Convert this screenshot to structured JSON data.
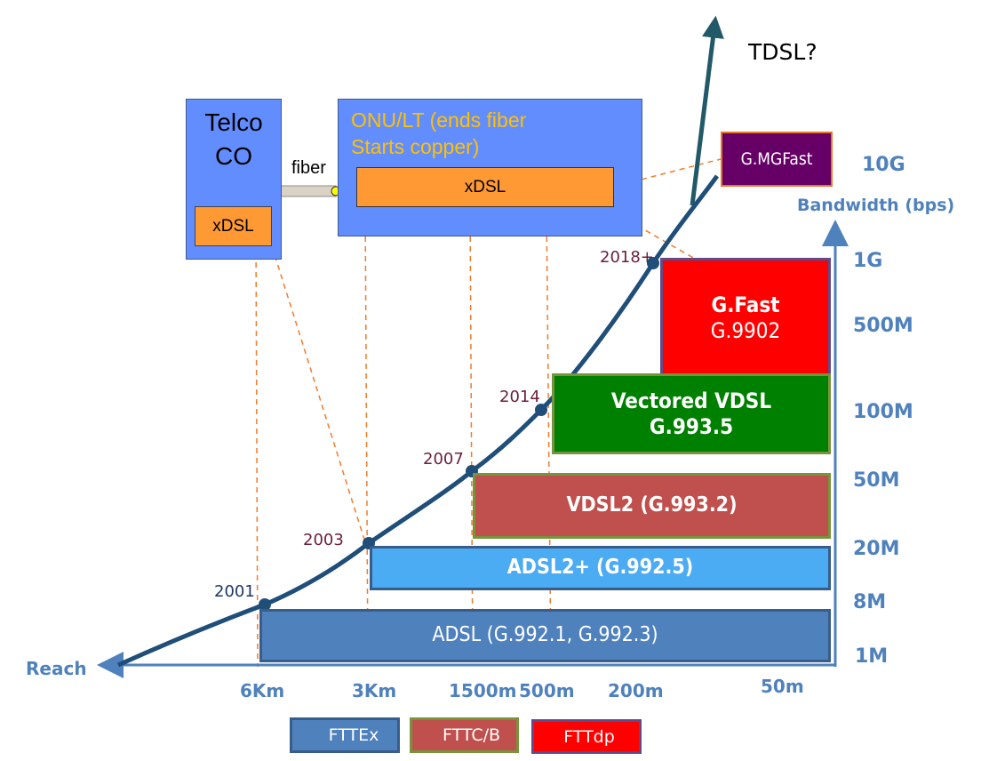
{
  "title_annotation": "TDSL?",
  "telco_co": {
    "title": "Telco\nCO",
    "title_line1": "Telco",
    "title_line2": "CO",
    "xdsl_label": "xDSL"
  },
  "fiber_label": "fiber",
  "onu_lt": {
    "title_line1": "ONU/LT (ends fiber",
    "title_line2": "Starts copper)",
    "xdsl_label": "xDSL"
  },
  "standards": [
    {
      "id": "gmgfast",
      "line1": "G.MGFast",
      "line2": "",
      "fill": "#660066",
      "border": "#e87722"
    },
    {
      "id": "gfast",
      "line1": "G.Fast",
      "line2": "G.9902",
      "fill": "#ff0000",
      "border": "#5f4b8b"
    },
    {
      "id": "vectored-vdsl",
      "line1": "Vectored VDSL",
      "line2": "G.993.5",
      "fill": "#008000",
      "border": "#77933c"
    },
    {
      "id": "vdsl2",
      "line1": "VDSL2 (G.993.2)",
      "line2": "",
      "fill": "#c0504d",
      "border": "#77933c"
    },
    {
      "id": "adsl2plus",
      "line1": "ADSL2+ (G.992.5)",
      "line2": "",
      "fill": "#4babf3",
      "border": "#385d8a"
    },
    {
      "id": "adsl",
      "line1": "ADSL (G.992.1, G.992.3)",
      "line2": "",
      "fill": "#4f81bd",
      "border": "#385d8a"
    }
  ],
  "years": [
    {
      "label": "2001",
      "color": "#1f3864"
    },
    {
      "label": "2003",
      "color": "#6b1f3a"
    },
    {
      "label": "2007",
      "color": "#6b1f3a"
    },
    {
      "label": "2014",
      "color": "#6b1f3a"
    },
    {
      "label": "2018+",
      "color": "#6b1f3a"
    }
  ],
  "y_axis": {
    "title": "Bandwidth (bps)",
    "ticks": [
      "10G",
      "1G",
      "500M",
      "100M",
      "50M",
      "20M",
      "8M",
      "1M"
    ]
  },
  "x_axis": {
    "title": "Reach",
    "ticks": [
      "6Km",
      "3Km",
      "1500m",
      "500m",
      "200m",
      "50m"
    ]
  },
  "legend": [
    {
      "label": "FTTEx",
      "fill": "#4f81bd",
      "border": "#385d8a"
    },
    {
      "label": "FTTC/B",
      "fill": "#c0504d",
      "border": "#77933c"
    },
    {
      "label": "FTTdp",
      "fill": "#ff0000",
      "border": "#5f4b8b"
    }
  ],
  "colors": {
    "node_box": "#628dff",
    "xdsl_box": "#ff9933",
    "curve": "#1f4e79",
    "tdsl_arrow": "#215968",
    "axis": "#4f81bd",
    "dashed": "#f07c2c",
    "onu_text": "#ffc000"
  }
}
